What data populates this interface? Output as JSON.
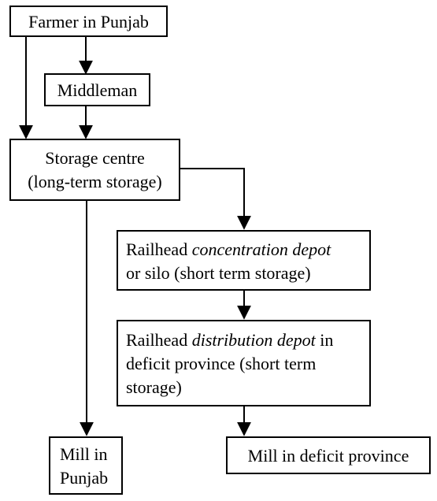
{
  "diagram": {
    "nodes": {
      "farmer": {
        "label": "Farmer in Punjab"
      },
      "middleman": {
        "label": "Middleman"
      },
      "storage": {
        "line1": "Storage centre",
        "line2": "(long-term storage)"
      },
      "concentration": {
        "line1_prefix": "Railhead ",
        "line1_emph": "concentration depot",
        "line2": "or silo (short term storage)"
      },
      "distribution": {
        "line1_prefix": "Railhead ",
        "line1_emph": "distribution depot",
        "line1_suffix": " in",
        "line2": "deficit province (short term",
        "line3": "storage)"
      },
      "mill_punjab": {
        "line1": "Mill in",
        "line2": "Punjab"
      },
      "mill_deficit": {
        "label": "Mill in deficit province"
      }
    },
    "edges": [
      {
        "from": "Farmer in Punjab",
        "to": "Middleman"
      },
      {
        "from": "Farmer in Punjab",
        "to": "Storage centre"
      },
      {
        "from": "Middleman",
        "to": "Storage centre"
      },
      {
        "from": "Storage centre",
        "to": "Railhead concentration depot"
      },
      {
        "from": "Storage centre",
        "to": "Mill in Punjab"
      },
      {
        "from": "Railhead concentration depot",
        "to": "Railhead distribution depot"
      },
      {
        "from": "Railhead distribution depot",
        "to": "Mill in deficit province"
      }
    ]
  }
}
